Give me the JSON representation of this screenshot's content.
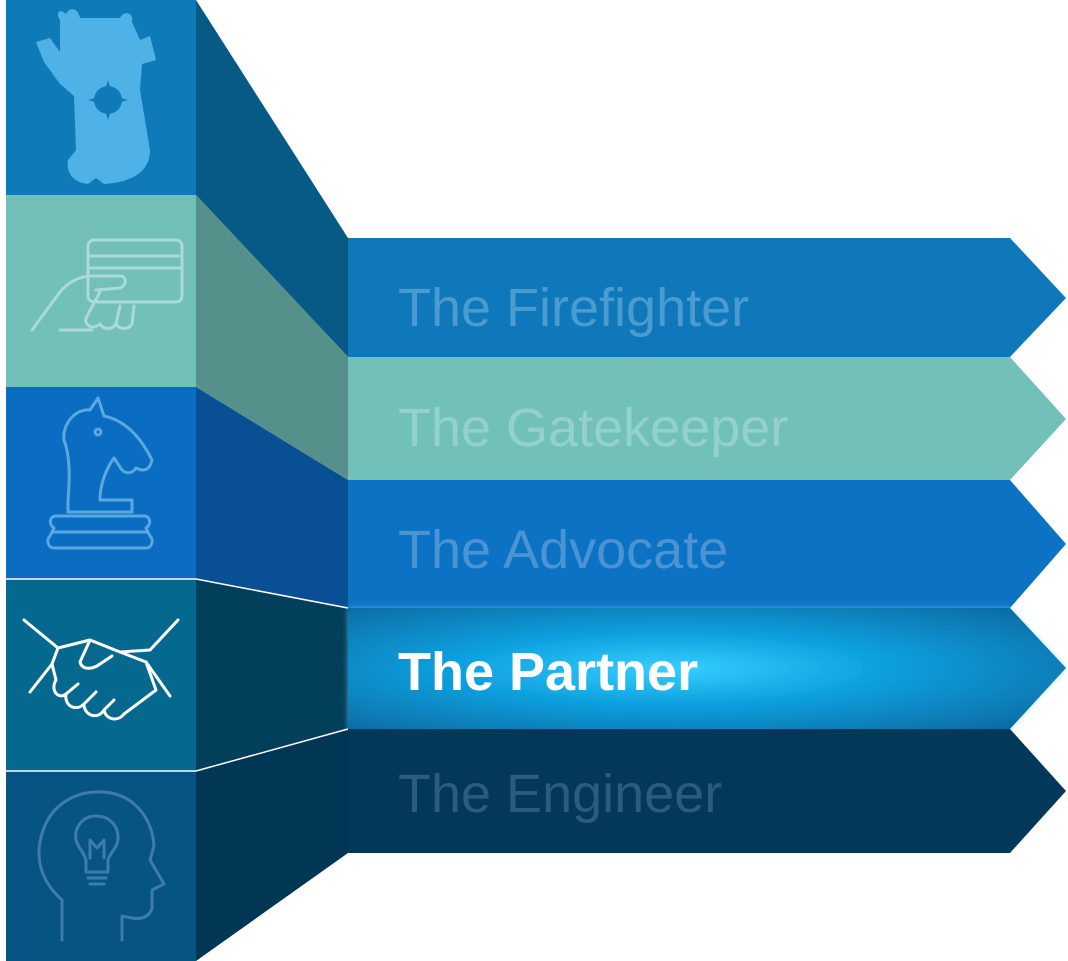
{
  "roles": [
    {
      "label": "The Firefighter",
      "icon": "firefighter-icon",
      "tile_color": "#0e7ab8",
      "fold_color": "#075a86",
      "banner_color": "#0f78bb",
      "text_color": "#4a9cd0",
      "active": false
    },
    {
      "label": "The Gatekeeper",
      "icon": "hand-card-icon",
      "tile_color": "#72c0b7",
      "fold_color": "#55918a",
      "banner_color": "#71c1b9",
      "text_color": "#93d1ca",
      "active": false
    },
    {
      "label": "The Advocate",
      "icon": "chess-knight-icon",
      "tile_color": "#0b6dc1",
      "fold_color": "#094f94",
      "banner_color": "#0c72c4",
      "text_color": "#4b94d3",
      "active": false
    },
    {
      "label": "The Partner",
      "icon": "handshake-icon",
      "tile_color": "#04688f",
      "fold_color": "#013f5a",
      "banner_color": "#0a8fd0",
      "text_color": "#ffffff",
      "active": true
    },
    {
      "label": "The Engineer",
      "icon": "head-lightbulb-icon",
      "tile_color": "#055483",
      "fold_color": "#013755",
      "banner_color": "#03385a",
      "text_color": "#2d5b7a",
      "active": false
    }
  ],
  "colors": {
    "active_glow": "#3ad0ff",
    "icon_stroke": "#8fcfe6",
    "divider": "#ffffff"
  }
}
